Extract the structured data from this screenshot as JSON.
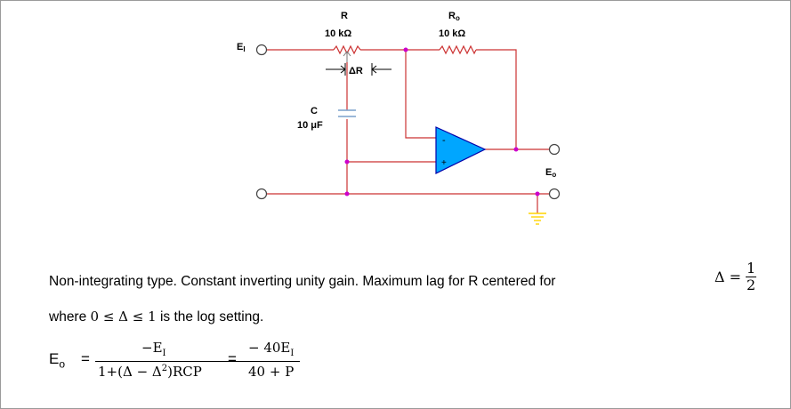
{
  "colors": {
    "wire": "#cc3333",
    "node": "#cc00cc",
    "opamp_fill": "#00a6ff",
    "opamp_stroke": "#0000aa",
    "ground": "#ffd400",
    "frame": "#9a9a9a"
  },
  "circuit": {
    "R_label": "R",
    "R_value": "10 kΩ",
    "Ro_label": "R",
    "Ro_sub": "o",
    "Ro_value": "10 kΩ",
    "input_label": "E",
    "input_sub": "I",
    "delta_r_label": "ΔR",
    "C_label": "C",
    "C_value": "10 μF",
    "output_label": "E",
    "output_sub": "o",
    "opamp_minus": "-",
    "opamp_plus": "+"
  },
  "text": {
    "description": "Non-integrating type.  Constant inverting unity gain.  Maximum lag for R centered for",
    "delta_symbol": "Δ =",
    "delta_num": "1",
    "delta_den": "2",
    "where_prefix": "where",
    "where_math": "0 ≤ Δ ≤ 1",
    "where_suffix": "is the log setting."
  },
  "formula": {
    "lhs": "E",
    "lhs_sub": "o",
    "eq1": "=",
    "num1": "−E",
    "num1_sub": "I",
    "den1_a": "1+",
    "den1_b": "(Δ − Δ",
    "den1_exp": "2",
    "den1_c": ")RCP",
    "eq2": "=",
    "num2": "− 40E",
    "num2_sub": "I",
    "den2": "40 + P"
  }
}
